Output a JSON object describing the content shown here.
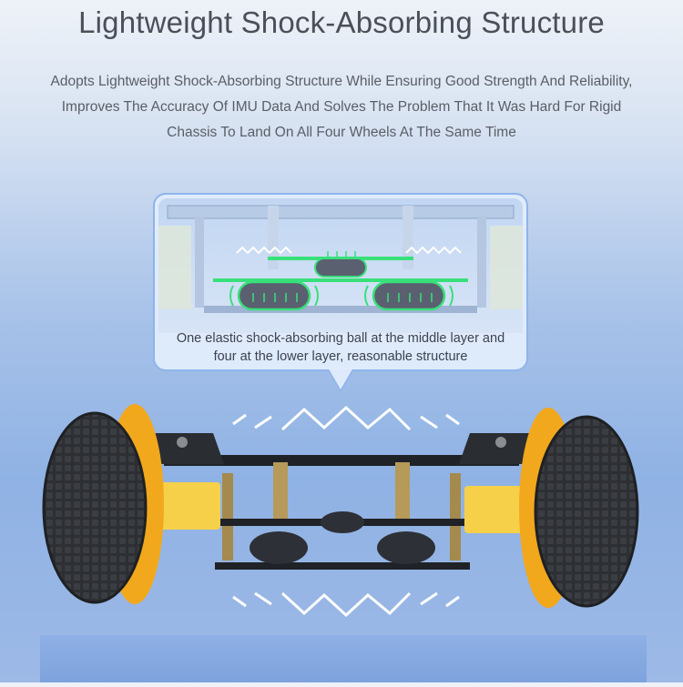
{
  "header": {
    "title": "Lightweight Shock-Absorbing Structure",
    "description_lines": [
      "Adopts Lightweight Shock-Absorbing Structure While Ensuring Good Strength And Reliability,",
      "Improves The Accuracy Of IMU Data And Solves The Problem That It Was Hard For Rigid",
      "Chassis To Land On All Four Wheels At The Same Time"
    ]
  },
  "callout": {
    "caption_lines": [
      "One elastic shock-absorbing ball at the middle layer and",
      "four at the lower layer, reasonable structure"
    ]
  },
  "colors": {
    "accent_green": "#38e07a",
    "wheel_yellow": "#f2a81c",
    "motor_yellow": "#f7d04a",
    "tire": "#2d2f33",
    "vibration": "#ffffff"
  }
}
